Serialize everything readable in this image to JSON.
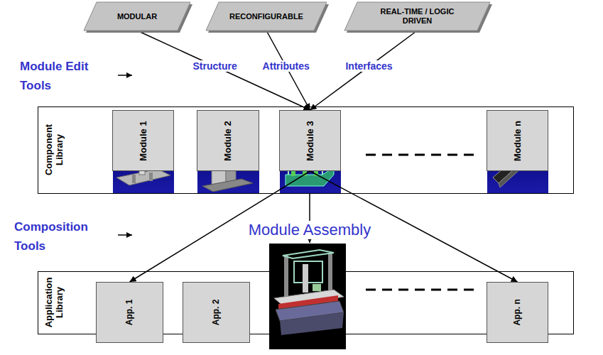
{
  "diagram": {
    "nodes": [
      {
        "text": [
          "MODULAR"
        ]
      },
      {
        "text": [
          "RECONFIGURABLE"
        ]
      },
      {
        "text": [
          "REAL-TIME / LOGIC DRIVEN"
        ]
      },
      {
        "text": [
          "Component Library"
        ]
      },
      {
        "text": [
          "Module 1"
        ],
        "in": 3
      },
      {
        "text": [
          "Module 2"
        ],
        "in": 3
      },
      {
        "text": [
          "Module 3"
        ],
        "in": 3
      },
      {
        "text": [
          "Module n"
        ],
        "in": 3
      },
      {
        "text": [
          "Application Library"
        ]
      },
      {
        "text": [
          "App. 1"
        ],
        "in": 8
      },
      {
        "text": [
          "App. 2"
        ],
        "in": 8
      },
      {
        "text": [
          "App. n"
        ],
        "in": 8
      }
    ],
    "edges": [
      {
        "from": 0,
        "to": 6,
        "label": "Structure",
        "arrow": "to"
      },
      {
        "from": 1,
        "to": 6,
        "label": "Attributes",
        "arrow": "to"
      },
      {
        "from": 2,
        "to": 6,
        "label": "Interfaces",
        "arrow": "to"
      },
      {
        "from": 6,
        "to": 9,
        "arrow": "to"
      },
      {
        "from": 6,
        "to": 11,
        "arrow": "to"
      }
    ],
    "labels": [
      "Module Edit Tools",
      "Composition Tools",
      "Module Assembly"
    ]
  }
}
